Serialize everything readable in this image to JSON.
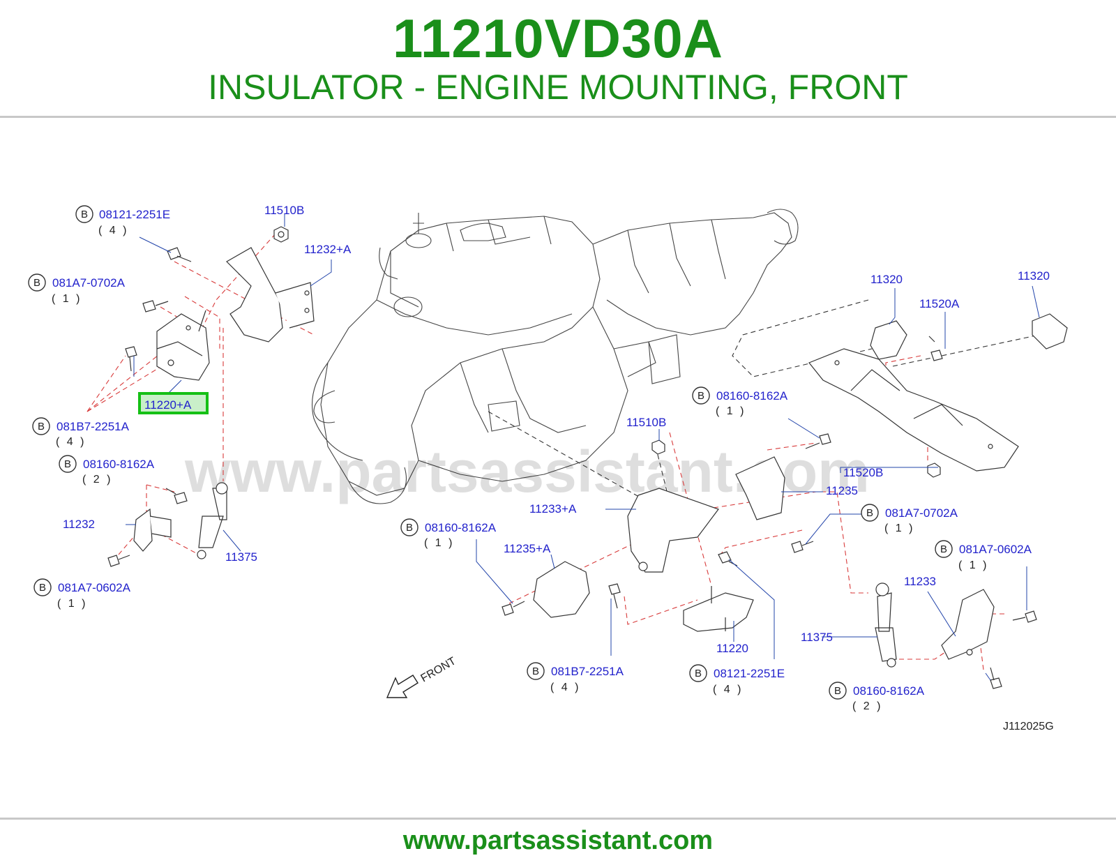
{
  "header": {
    "part_number": "11210VD30A",
    "title": "INSULATOR - ENGINE MOUNTING, FRONT"
  },
  "footer": {
    "url": "www.partsassistant.com"
  },
  "watermark": "www.partsassistant.com",
  "diagram": {
    "code": "J112025G",
    "front_label": "FRONT",
    "bolt_marker": "B",
    "highlighted": "11220+A",
    "labels": {
      "l_08121_2251E": "08121-2251E",
      "q_08121_2251E": "( 4 )",
      "l_11510B_top": "11510B",
      "l_11232A": "11232+A",
      "l_081A7_0702A_left": "081A7-0702A",
      "q_081A7_0702A_left": "( 1 )",
      "l_081B7_2251A_left": "081B7-2251A",
      "q_081B7_2251A_left": "( 4 )",
      "l_08160_8162A_left": "08160-8162A",
      "q_08160_8162A_left": "( 2 )",
      "l_11232": "11232",
      "l_11375_left": "11375",
      "l_081A7_0602A_left": "081A7-0602A",
      "q_081A7_0602A_left": "( 1 )",
      "l_11320_mid": "11320",
      "l_11320_right": "11320",
      "l_11520A": "11520A",
      "l_08160_8162A_mid": "08160-8162A",
      "q_08160_8162A_mid": "( 1 )",
      "l_11510B_mid": "11510B",
      "l_11520B": "11520B",
      "l_11235": "11235",
      "l_11233A": "11233+A",
      "l_081A7_0702A_right": "081A7-0702A",
      "q_081A7_0702A_right": "( 1 )",
      "l_08160_8162A_c": "08160-8162A",
      "q_08160_8162A_c": "( 1 )",
      "l_11235A": "11235+A",
      "l_081A7_0602A_right": "081A7-0602A",
      "q_081A7_0602A_right": "( 1 )",
      "l_11233": "11233",
      "l_11375_right": "11375",
      "l_11220": "11220",
      "l_081B7_2251A_bottom": "081B7-2251A",
      "q_081B7_2251A_bottom": "( 4 )",
      "l_08121_2251E_bottom": "08121-2251E",
      "q_08121_2251E_bottom": "( 4 )",
      "l_08160_8162A_br": "08160-8162A",
      "q_08160_8162A_br": "( 2 )"
    }
  },
  "colors": {
    "brand_green": "#1a8f1a",
    "label_blue": "#2222cc",
    "highlight_green": "#15c015",
    "dash_red": "#d83a3a"
  }
}
